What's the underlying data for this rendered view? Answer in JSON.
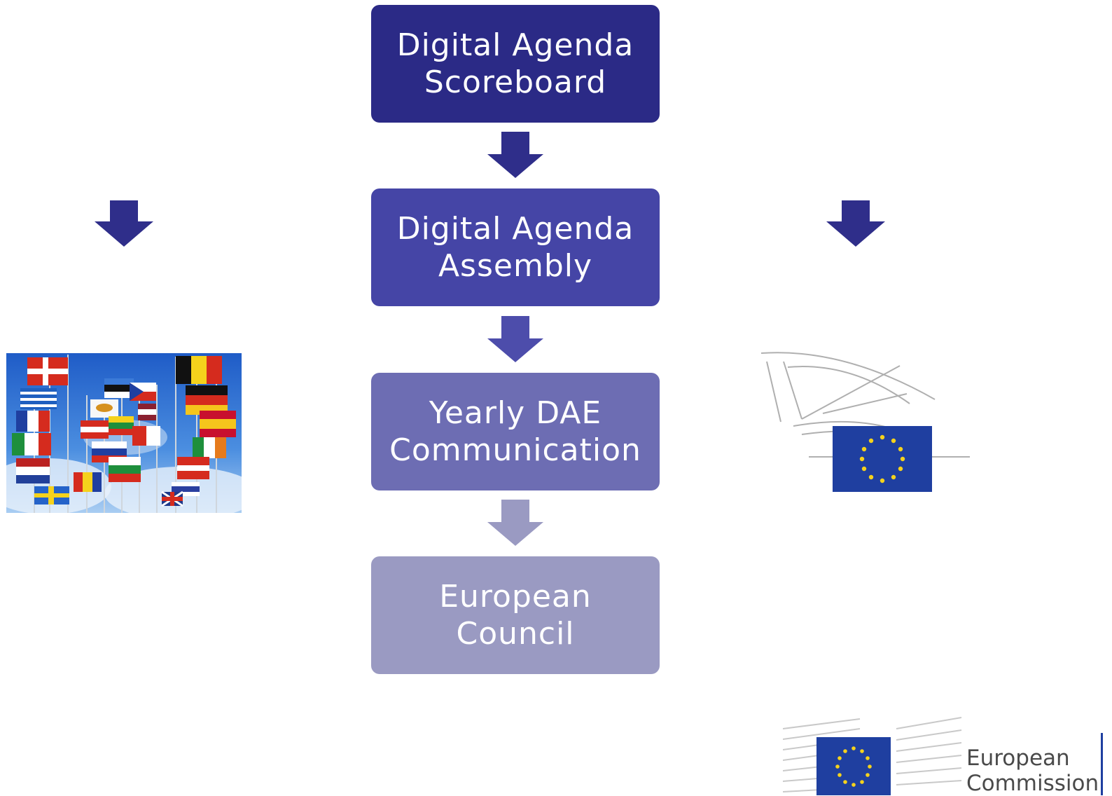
{
  "flow": [
    {
      "line1": "Digital Agenda",
      "line2": "Scoreboard",
      "color": "#2b2a86"
    },
    {
      "line1": "Digital Agenda",
      "line2": "Assembly",
      "color": "#4545a6"
    },
    {
      "line1": "Yearly DAE",
      "line2": "Communication",
      "color": "#6d6db3"
    },
    {
      "line1": "European",
      "line2": "Council",
      "color": "#9a9ac2"
    }
  ],
  "logo": {
    "line1": "European",
    "line2": "Commission"
  },
  "icons": [
    "down-arrow-icon",
    "eu-flags-photo",
    "european-parliament-logo",
    "eu-flag-icon",
    "european-commission-logo"
  ]
}
